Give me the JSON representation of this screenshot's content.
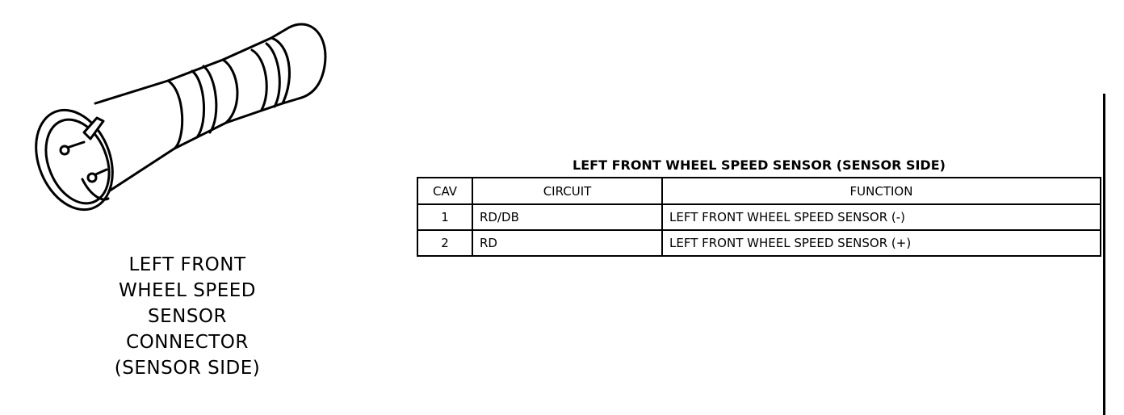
{
  "connector_caption": {
    "lines": [
      "LEFT FRONT",
      "WHEEL SPEED",
      "SENSOR",
      "CONNECTOR",
      "(SENSOR SIDE)"
    ]
  },
  "table": {
    "title": "LEFT FRONT WHEEL SPEED SENSOR (SENSOR SIDE)",
    "headers": {
      "cav": "CAV",
      "circuit": "CIRCUIT",
      "function": "FUNCTION"
    },
    "rows": [
      {
        "cav": "1",
        "circuit": "RD/DB",
        "function": "LEFT FRONT WHEEL SPEED SENSOR (-)"
      },
      {
        "cav": "2",
        "circuit": "RD",
        "function": "LEFT FRONT WHEEL SPEED SENSOR (+)"
      }
    ]
  },
  "icons": {
    "connector": "sensor-connector-icon"
  },
  "colors": {
    "ink": "#000000",
    "paper": "#ffffff"
  }
}
